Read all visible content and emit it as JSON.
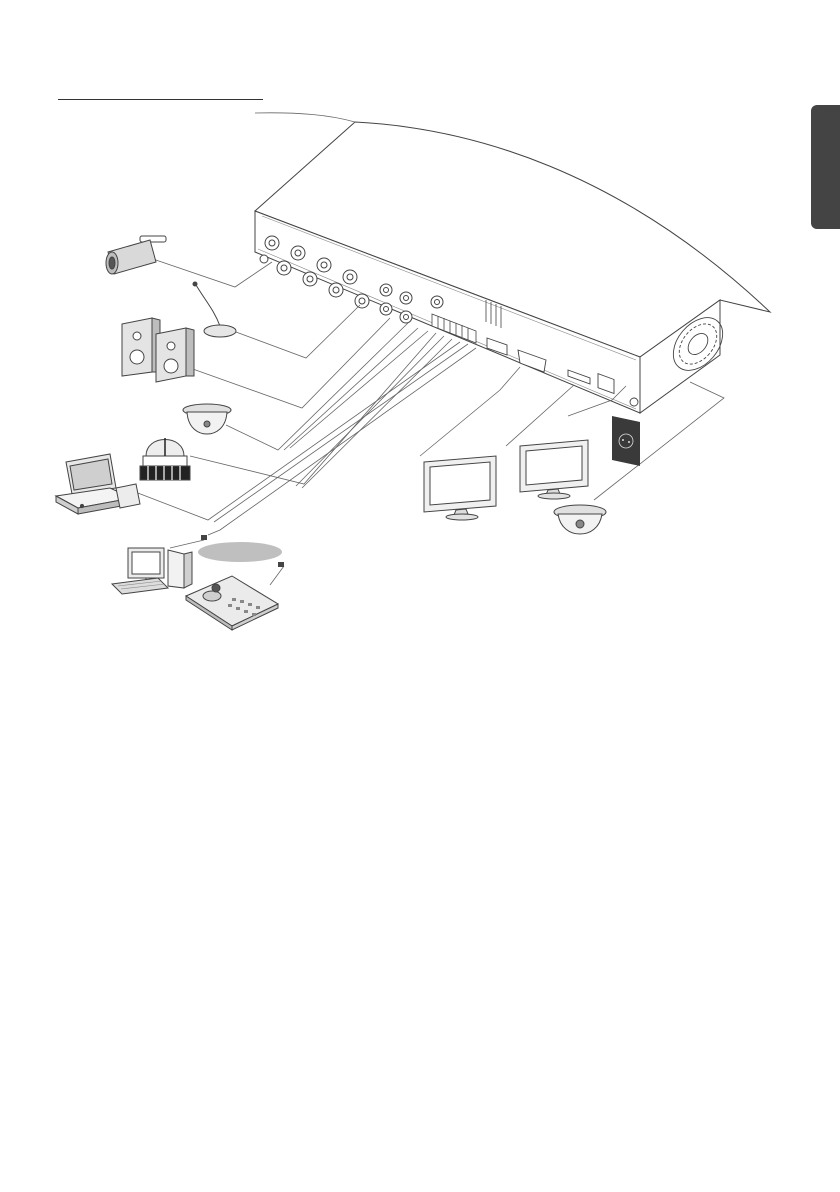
{
  "page": {
    "background": "#ffffff",
    "heading": "",
    "language_tab_color": "#444444"
  },
  "diagram": {
    "title": "",
    "center_device": {
      "name": "",
      "icon": "dvr-recorder-icon",
      "connectors": [
        "bnc-video-in",
        "audio-in",
        "audio-out",
        "alarm-terminal",
        "rs485-terminal",
        "network-port",
        "vga-port",
        "usb-port",
        "power-port",
        "cooling-fan"
      ]
    },
    "peripherals": [
      {
        "icon": "bullet-camera-icon",
        "connector": "bnc-video-in",
        "label": ""
      },
      {
        "icon": "microphone-icon",
        "connector": "audio-in",
        "label": ""
      },
      {
        "icon": "speakers-icon",
        "connector": "audio-out",
        "label": ""
      },
      {
        "icon": "dome-sensor-icon",
        "connector": "alarm-terminal",
        "label": ""
      },
      {
        "icon": "alarm-siren-icon",
        "connector": "alarm-terminal",
        "label": ""
      },
      {
        "icon": "pos-terminal-icon",
        "connector": "rs485-terminal",
        "label": ""
      },
      {
        "icon": "network-cloud-icon",
        "connector": "network-port",
        "label": ""
      },
      {
        "icon": "computer-icon",
        "connector": "network-port",
        "label": ""
      },
      {
        "icon": "keyboard-controller-icon",
        "connector": "rs485-terminal",
        "label": ""
      },
      {
        "icon": "monitor-icon",
        "connector": "vga-port",
        "label": ""
      },
      {
        "icon": "monitor-icon",
        "connector": "vga-port",
        "label": ""
      },
      {
        "icon": "power-outlet-icon",
        "connector": "power-port",
        "label": ""
      },
      {
        "icon": "dome-camera-icon",
        "connector": "bnc-video-in",
        "label": ""
      }
    ]
  }
}
